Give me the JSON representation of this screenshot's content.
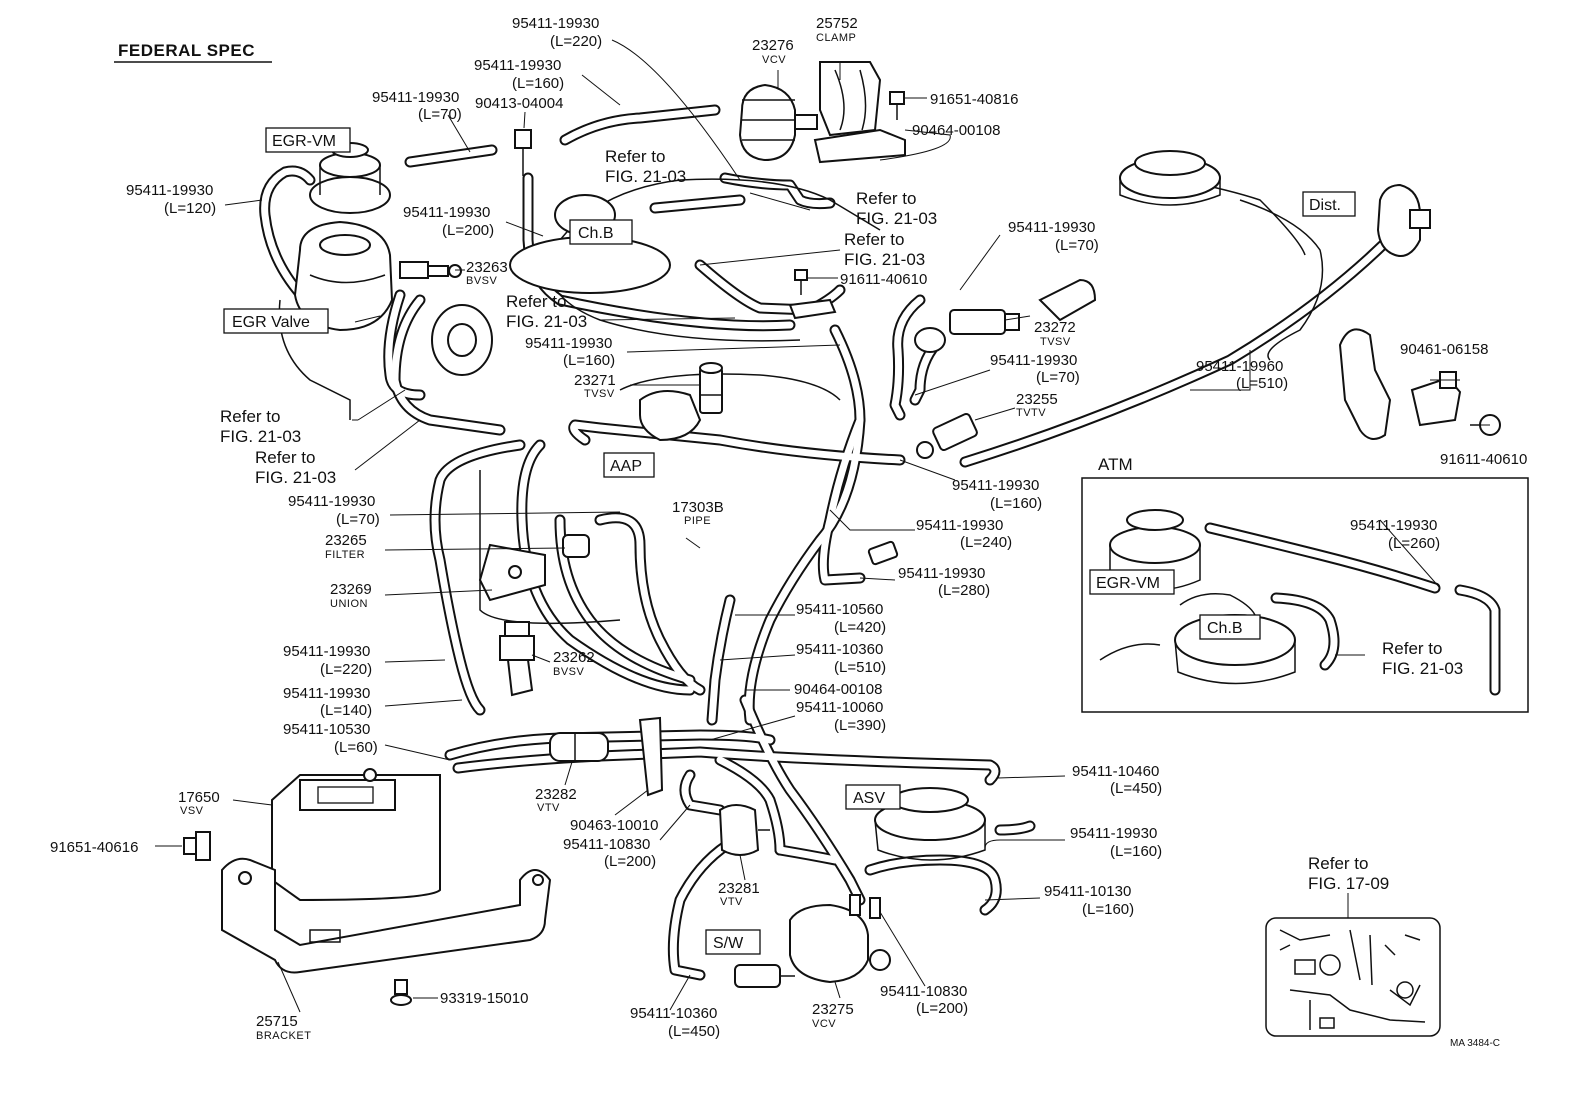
{
  "title": "FEDERAL SPEC",
  "ref_code": "MA 3484-C",
  "atm_title": "ATM",
  "boxes": {
    "egr_vm": "EGR-VM",
    "egr_valve": "EGR Valve",
    "chb": "Ch.B",
    "aap": "AAP",
    "dist": "Dist.",
    "asv": "ASV",
    "sw": "S/W",
    "atm_egr_vm": "EGR-VM",
    "atm_chb": "Ch.B"
  },
  "refs": {
    "r1a": "Refer to",
    "r1b": "FIG. 21-03",
    "r2a": "Refer to",
    "r2b": "FIG. 21-03",
    "r3a": "Refer to",
    "r3b": "FIG. 21-03",
    "r4a": "Refer to",
    "r4b": "FIG. 21-03",
    "r5a": "Refer to",
    "r5b": "FIG. 21-03",
    "r6a": "Refer to",
    "r6b": "FIG. 21-03",
    "r7a": "Refer to",
    "r7b": "FIG. 21-03",
    "r8a": "Refer to",
    "r8b": "FIG. 17-09"
  },
  "labels": {
    "l01a": "95411-19930",
    "l01b": "(L=220)",
    "l02a": "25752",
    "l02b": "CLAMP",
    "l03a": "23276",
    "l03b": "VCV",
    "l04": "91651-40816",
    "l05a": "95411-19930",
    "l05b": "(L=160)",
    "l06a": "95411-19930",
    "l06b": "(L=70)",
    "l07": "90413-04004",
    "l08": "90464-00108",
    "l09a": "95411-19930",
    "l09b": "(L=120)",
    "l10a": "95411-19930",
    "l10b": "(L=200)",
    "l11a": "23263",
    "l11b": "BVSV",
    "l12": "91611-40610",
    "l13a": "95411-19930",
    "l13b": "(L=70)",
    "l14a": "23272",
    "l14b": "TVSV",
    "l15a": "95411-19930",
    "l15b": "(L=160)",
    "l16a": "23271",
    "l16b": "TVSV",
    "l17a": "95411-19930",
    "l17b": "(L=70)",
    "l18a": "23255",
    "l18b": "TVTV",
    "l19a": "95411-19960",
    "l19b": "(L=510)",
    "l20": "90461-06158",
    "l21": "91611-40610",
    "l22a": "95411-19930",
    "l22b": "(L=160)",
    "l23a": "95411-19930",
    "l23b": "(L=70)",
    "l24a": "17303B",
    "l24b": "PIPE",
    "l25a": "95411-19930",
    "l25b": "(L=240)",
    "l26a": "23265",
    "l26b": "FILTER",
    "l27a": "95411-19930",
    "l27b": "(L=280)",
    "l28a": "23269",
    "l28b": "UNION",
    "l29a": "95411-10560",
    "l29b": "(L=420)",
    "l30a": "95411-10360",
    "l30b": "(L=510)",
    "l31a": "95411-19930",
    "l31b": "(L=220)",
    "l32a": "23262",
    "l32b": "BVSV",
    "l33": "90464-00108",
    "l34a": "95411-19930",
    "l34b": "(L=140)",
    "l35a": "95411-10060",
    "l35b": "(L=390)",
    "l36a": "95411-10530",
    "l36b": "(L=60)",
    "l37a": "95411-10460",
    "l37b": "(L=450)",
    "l38a": "17650",
    "l38b": "VSV",
    "l39a": "23282",
    "l39b": "VTV",
    "l40": "90463-10010",
    "l41a": "95411-19930",
    "l41b": "(L=160)",
    "l42": "91651-40616",
    "l43a": "95411-10830",
    "l43b": "(L=200)",
    "l44a": "95411-10130",
    "l44b": "(L=160)",
    "l45a": "23281",
    "l45b": "VTV",
    "l46a": "95411-10830",
    "l46b": "(L=200)",
    "l47a": "25715",
    "l47b": "BRACKET",
    "l48": "93319-15010",
    "l49a": "95411-10360",
    "l49b": "(L=450)",
    "l50a": "23275",
    "l50b": "VCV",
    "l51a": "95411-19930",
    "l51b": "(L=260)"
  }
}
